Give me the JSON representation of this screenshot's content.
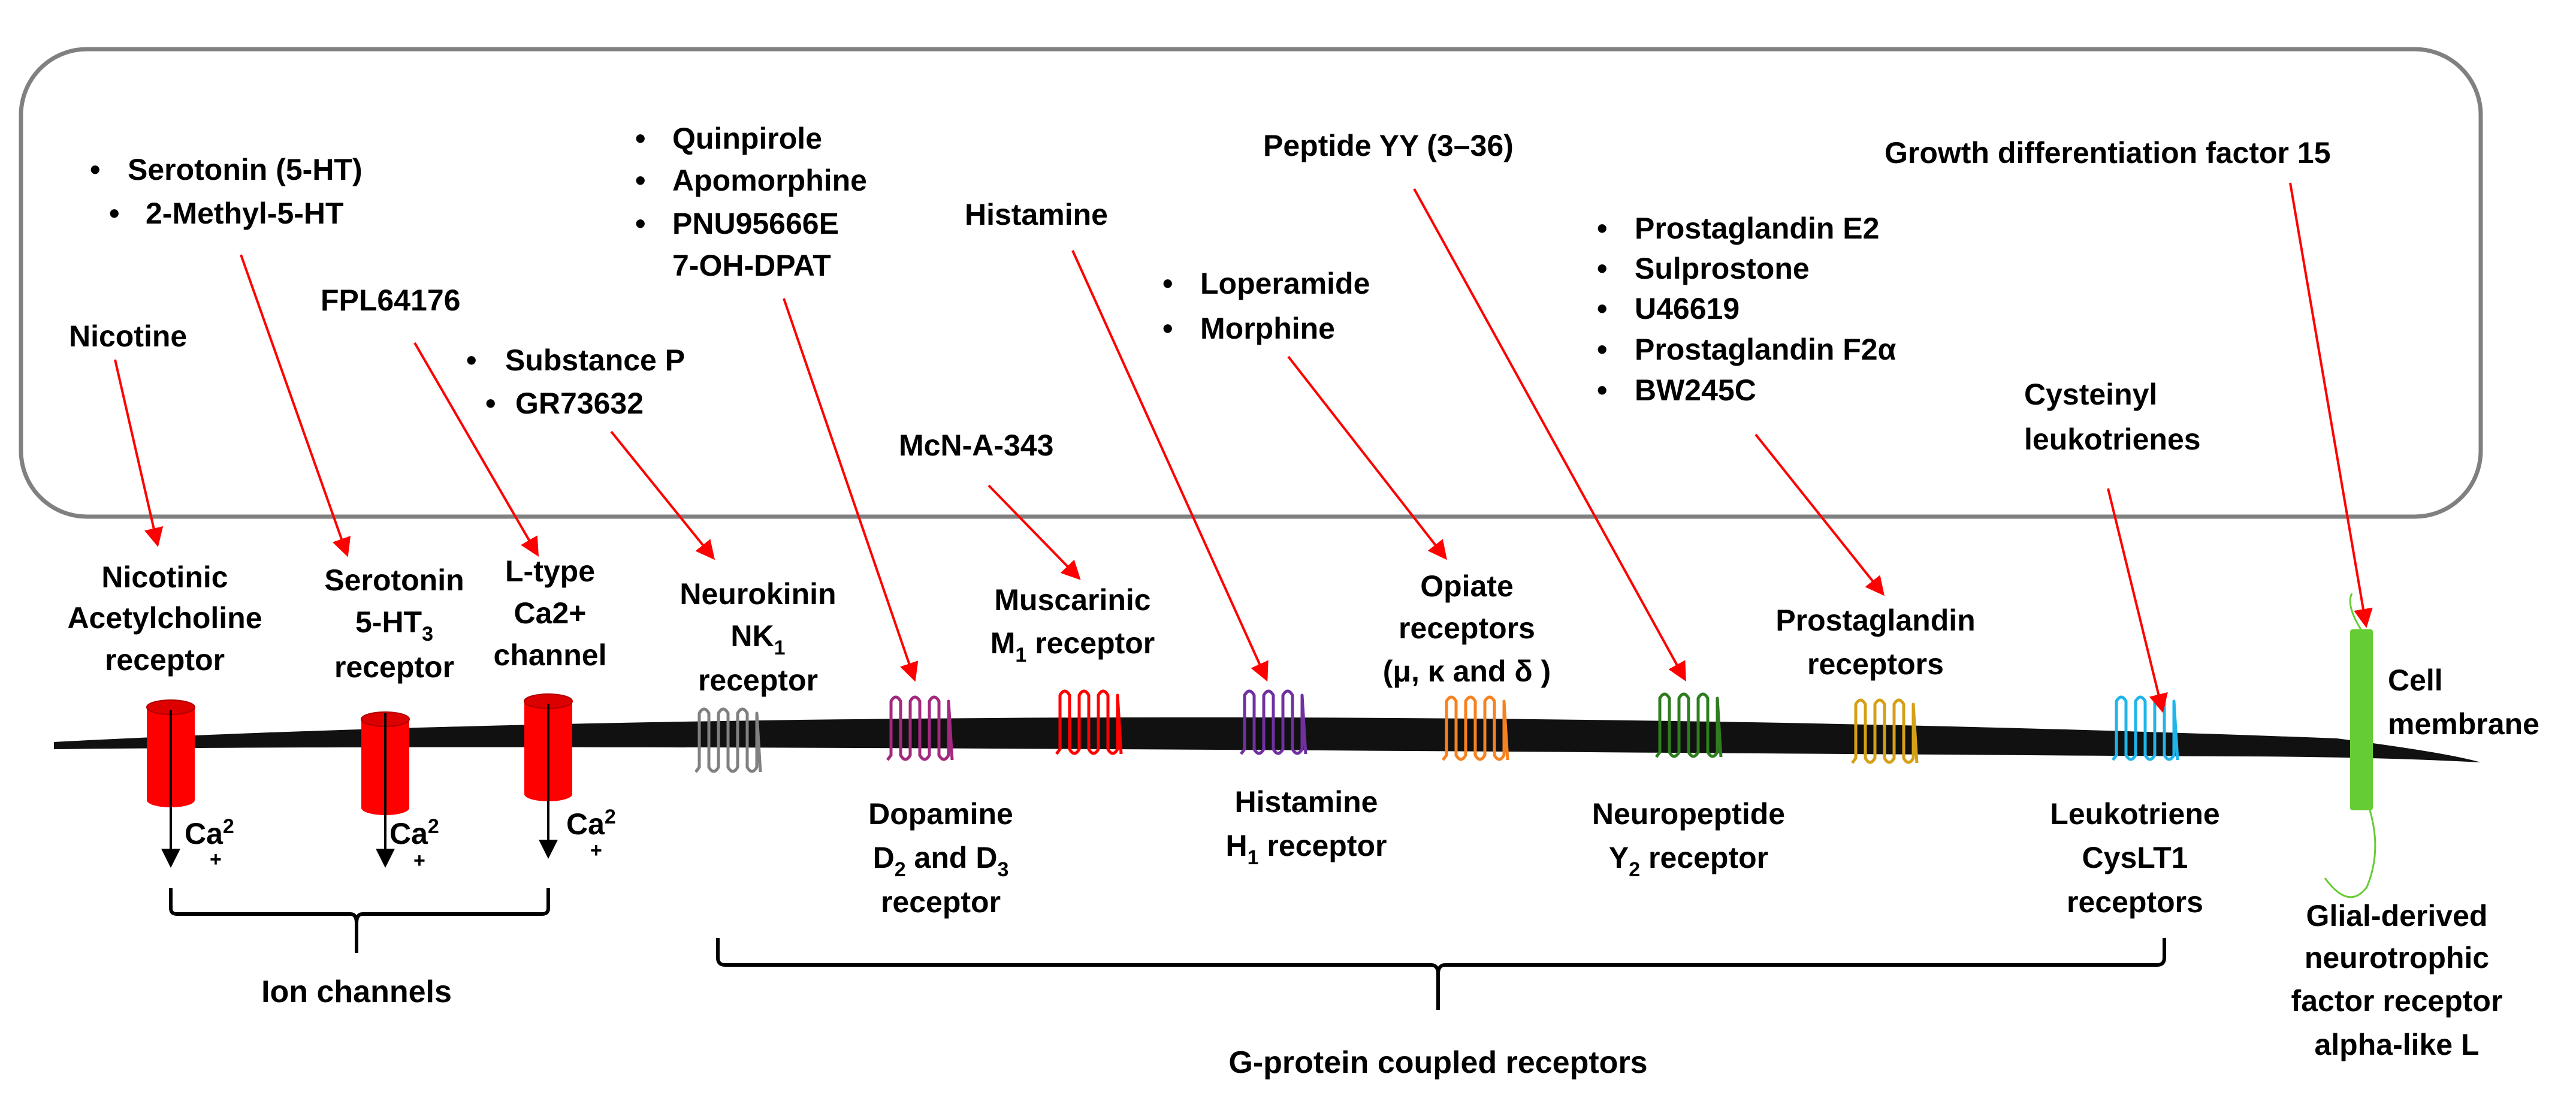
{
  "colors": {
    "arrow": "#ff0000",
    "ion_channel": "#ff0000",
    "gfr_receptor": "#66cc33",
    "membrane": "#111111",
    "box_border": "#808080"
  },
  "ligands": {
    "nicotine": "Nicotine",
    "serotonin_1": "Serotonin (5-HT)",
    "serotonin_2": "2-Methyl-5-HT",
    "fpl": "FPL64176",
    "substance_p_1": "Substance P",
    "substance_p_2": "GR73632",
    "dopamine_1": "Quinpirole",
    "dopamine_2": "Apomorphine",
    "dopamine_3": "PNU95666E",
    "dopamine_4": "7-OH-DPAT",
    "mcn": "McN-A-343",
    "histamine": "Histamine",
    "opiate_1": "Loperamide",
    "opiate_2": "Morphine",
    "peptide_yy": "Peptide YY (3–36)",
    "pg_1": "Prostaglandin E2",
    "pg_2": "Sulprostone",
    "pg_3": "U46619",
    "pg_4": "Prostaglandin F2α",
    "pg_5": "BW245C",
    "cys_1": "Cysteinyl",
    "cys_2": "leukotrienes",
    "gdf15": "Growth differentiation factor 15"
  },
  "receptors": {
    "nachr_1": "Nicotinic",
    "nachr_2": "Acetylcholine",
    "nachr_3": "receptor",
    "ht3_1": "Serotonin",
    "ht3_2": "5-HT",
    "ht3_sub": "3",
    "ht3_3": "receptor",
    "ltype_1": "L-type",
    "ltype_2": "Ca2+",
    "ltype_3": "channel",
    "nk1_1": "Neurokinin",
    "nk1_2": "NK",
    "nk1_sub": "1",
    "nk1_3": "receptor",
    "d2_1": "Dopamine",
    "d2_2a": "D",
    "d2_sub_a": "2",
    "d2_2b": " and D",
    "d2_sub_b": "3",
    "d2_3": "receptor",
    "m1_1": "Muscarinic",
    "m1_2a": "M",
    "m1_sub": "1",
    "m1_2b": " receptor",
    "h1_1": "Histamine",
    "h1_2a": "H",
    "h1_sub": "1",
    "h1_2b": " receptor",
    "opiate_1": "Opiate",
    "opiate_2": "receptors",
    "opiate_3": "(μ, κ and δ )",
    "y2_1": "Neuropeptide",
    "y2_2a": "Y",
    "y2_sub": "2",
    "y2_2b": " receptor",
    "pg_1": "Prostaglandin",
    "pg_2": "receptors",
    "lt_1": "Leukotriene",
    "lt_2": "CysLT1",
    "lt_3": "receptors",
    "gfr_1": "Glial-derived",
    "gfr_2": "neurotrophic",
    "gfr_3": "factor receptor",
    "gfr_4": "alpha-like L"
  },
  "membrane_label_1": "Cell",
  "membrane_label_2": "membrane",
  "ion_label": "Ca",
  "ion_sup": "2",
  "ion_plus": "+",
  "groups": {
    "ion_channels": "Ion channels",
    "gpcr": "G-protein coupled receptors"
  },
  "gpcr_colors": {
    "nk1": "#808080",
    "d2": "#a3287f",
    "m1": "#ff0000",
    "h1": "#7030a0",
    "opiate": "#f58220",
    "y2": "#2e7d1f",
    "pg": "#d4a017",
    "lt": "#1fb5ea"
  }
}
